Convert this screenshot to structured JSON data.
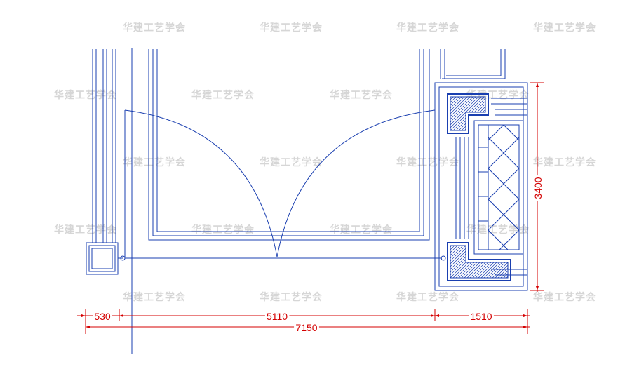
{
  "watermark": {
    "text": "华建工艺学会"
  },
  "dimensions": {
    "left_width": "530",
    "middle_width": "5110",
    "right_width": "1510",
    "total_width": "7150",
    "height": "3400"
  },
  "colors": {
    "linework": "#1a3fb0",
    "dimension": "#d40000",
    "watermark": "#d6d6d6",
    "background": "#ffffff"
  }
}
